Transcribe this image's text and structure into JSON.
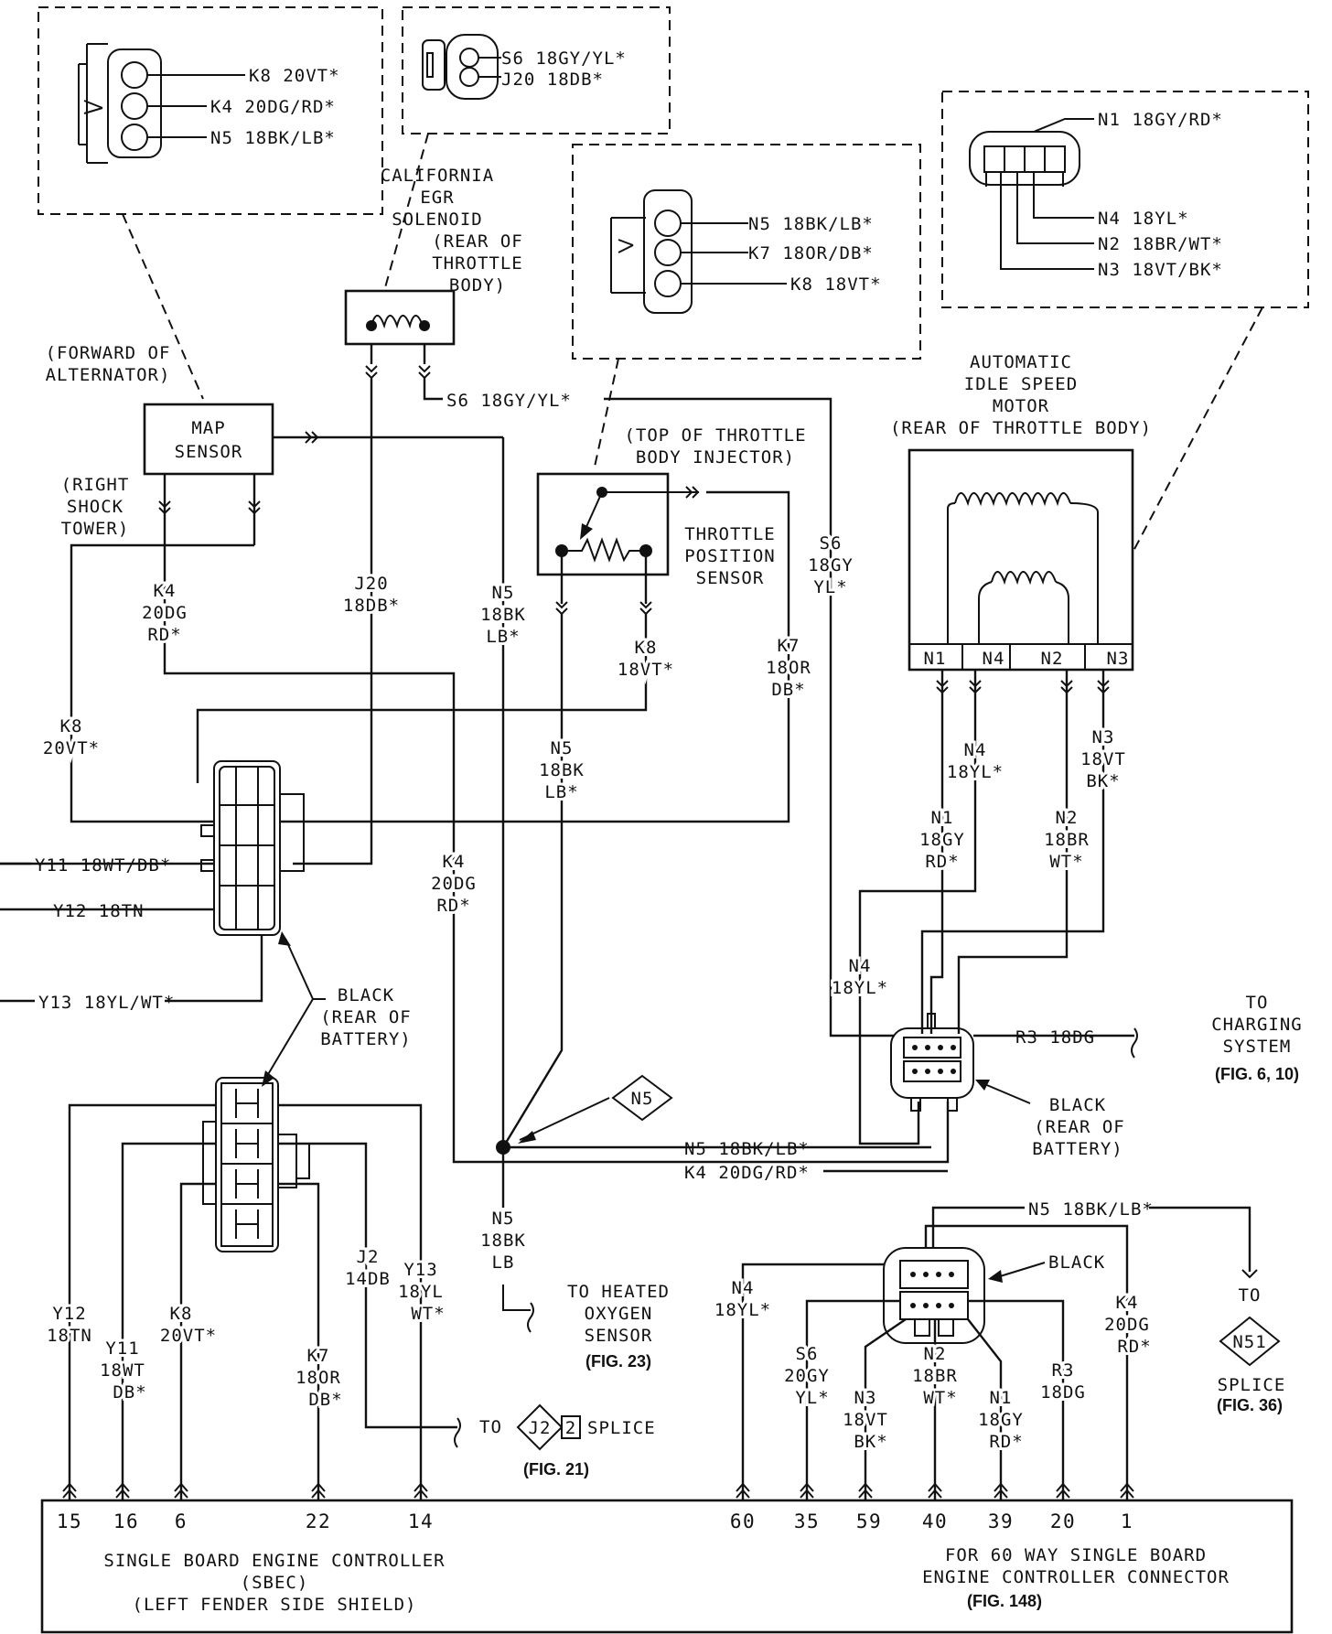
{
  "colors": {
    "ink": "#111111",
    "background": "#ffffff"
  },
  "insets": {
    "map": {
      "pins": [
        "K8 20VT*",
        "K4 20DG/RD*",
        "N5 18BK/LB*"
      ]
    },
    "egr": {
      "pins": [
        "S6 18GY/YL*",
        "J20 18DB*"
      ]
    },
    "tps": {
      "pins": [
        "N5 18BK/LB*",
        "K7 18OR/DB*",
        "K8 18VT*"
      ]
    },
    "ais": {
      "pins": [
        "N1 18GY/RD*",
        "N4 18YL*",
        "N2 18BR/WT*",
        "N3 18VT/BK*"
      ]
    }
  },
  "components": {
    "egr": {
      "label": [
        "CALIFORNIA",
        "EGR",
        "SOLENOID",
        "(REAR OF",
        "THROTTLE",
        "BODY)"
      ]
    },
    "map": {
      "label": [
        "MAP",
        "SENSOR"
      ],
      "location": [
        "(FORWARD OF",
        "ALTERNATOR)"
      ],
      "mount": [
        "(RIGHT",
        "SHOCK",
        "TOWER)"
      ]
    },
    "tps": {
      "location": [
        "(TOP OF THROTTLE",
        "BODY INJECTOR)"
      ],
      "label": [
        "THROTTLE",
        "POSITION",
        "SENSOR"
      ]
    },
    "ais": {
      "label": [
        "AUTOMATIC",
        "IDLE SPEED",
        "MOTOR",
        "(REAR OF THROTTLE BODY)"
      ],
      "pins": [
        "N1",
        "N4",
        "N2",
        "N3"
      ]
    },
    "black_left": [
      "BLACK",
      "(REAR OF",
      "BATTERY)"
    ],
    "black_right": [
      "BLACK",
      "(REAR OF",
      "BATTERY)"
    ],
    "black_bottom": "BLACK",
    "sbec": {
      "lines": [
        "SINGLE BOARD ENGINE CONTROLLER",
        "(SBEC)",
        "(LEFT FENDER SIDE SHIELD)"
      ]
    },
    "connector60": {
      "lines": [
        "FOR 60 WAY SINGLE BOARD",
        "ENGINE CONTROLLER CONNECTOR"
      ],
      "fig": "(FIG. 148)"
    }
  },
  "wires": {
    "s6_top": "S6 18GY/YL*",
    "k4_left": [
      "K4",
      "20DG",
      "RD*"
    ],
    "k8_left": [
      "K8",
      "20VT*"
    ],
    "j20": [
      "J20",
      "18DB*"
    ],
    "n5_upper": [
      "N5",
      "18BK",
      "LB*"
    ],
    "n5_mid": [
      "N5",
      "18BK",
      "LB*"
    ],
    "k8_tps": [
      "K8",
      "18VT*"
    ],
    "k7_tps": [
      "K7",
      "18OR",
      "DB*"
    ],
    "s6_vert": [
      "S6",
      "18GY",
      "YL*"
    ],
    "k4_mid": [
      "K4",
      "20DG",
      "RD*"
    ],
    "y11": "Y11 18WT/DB*",
    "y12": "Y12 18TN",
    "y13": "Y13 18YL/WT*",
    "n4_upper": [
      "N4",
      "18YL*"
    ],
    "n3_upper": [
      "N3",
      "18VT",
      "BK*"
    ],
    "n1_mid": [
      "N1",
      "18GY",
      "RD*"
    ],
    "n2_mid": [
      "N2",
      "18BR",
      "WT*"
    ],
    "n4_lower": [
      "N4",
      "18YL*"
    ],
    "r3": "R3 18DG",
    "n5_splice_line": "N5 18BK/LB*",
    "k4_splice_line": "K4 20DG/RD*",
    "n5_down": [
      "N5",
      "18BK",
      "LB"
    ],
    "n5_right_top": "N5 18BK/LB*"
  },
  "refs": {
    "charging": {
      "lines": [
        "TO",
        "CHARGING",
        "SYSTEM"
      ],
      "fig": "(FIG. 6, 10)"
    },
    "heated_o2": {
      "lines": [
        "TO HEATED",
        "OXYGEN",
        "SENSOR"
      ],
      "fig": "(FIG. 23)"
    },
    "j2": {
      "to": "TO",
      "id": "J2",
      "num": "2",
      "splice": "SPLICE",
      "fig": "(FIG. 21)"
    },
    "n51": {
      "to": "TO",
      "id": "N51",
      "splice": "SPLICE",
      "fig": "(FIG. 36)"
    },
    "n5_diamond": "N5"
  },
  "left_wires": [
    {
      "label": [
        "Y12",
        "18TN"
      ],
      "pin": "15"
    },
    {
      "label": [
        "Y11",
        "18WT",
        "DB*"
      ],
      "pin": "16"
    },
    {
      "label": [
        "K8",
        "20VT*"
      ],
      "pin": "6"
    },
    {
      "label": [
        "K7",
        "18OR",
        "DB*"
      ],
      "pin": "22"
    },
    {
      "label": [
        "J2",
        "14DB"
      ],
      "pin": ""
    },
    {
      "label": [
        "Y13",
        "18YL",
        "WT*"
      ],
      "pin": "14"
    }
  ],
  "right_wires": [
    {
      "label": [
        "N4",
        "18YL*"
      ],
      "pin": "60"
    },
    {
      "label": [
        "S6",
        "20GY",
        "YL*"
      ],
      "pin": "35"
    },
    {
      "label": [
        "N3",
        "18VT",
        "BK*"
      ],
      "pin": "59"
    },
    {
      "label": [
        "N2",
        "18BR",
        "WT*"
      ],
      "pin": "40"
    },
    {
      "label": [
        "N1",
        "18GY",
        "RD*"
      ],
      "pin": "39"
    },
    {
      "label": [
        "R3",
        "18DG"
      ],
      "pin": "20"
    },
    {
      "label": [
        "K4",
        "20DG",
        "RD*"
      ],
      "pin": "1"
    }
  ]
}
